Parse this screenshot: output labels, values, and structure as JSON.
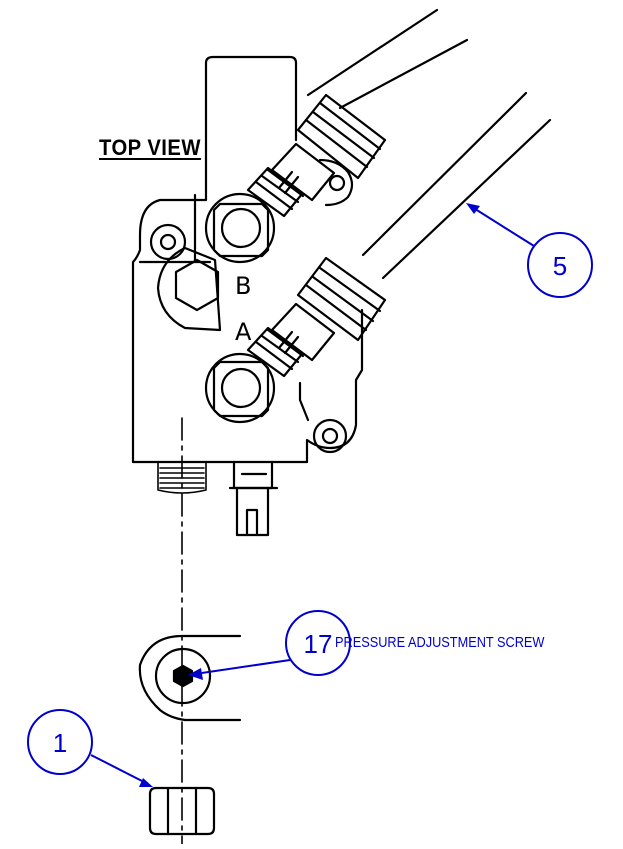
{
  "title": "TOP VIEW",
  "ports": {
    "b": "B",
    "a": "A"
  },
  "callouts": [
    {
      "number": "5"
    },
    {
      "number": "17",
      "note": "PRESSURE ADJUSTMENT SCREW"
    },
    {
      "number": "1"
    }
  ],
  "colors": {
    "line": "#000000",
    "callout": "#0000cc"
  }
}
